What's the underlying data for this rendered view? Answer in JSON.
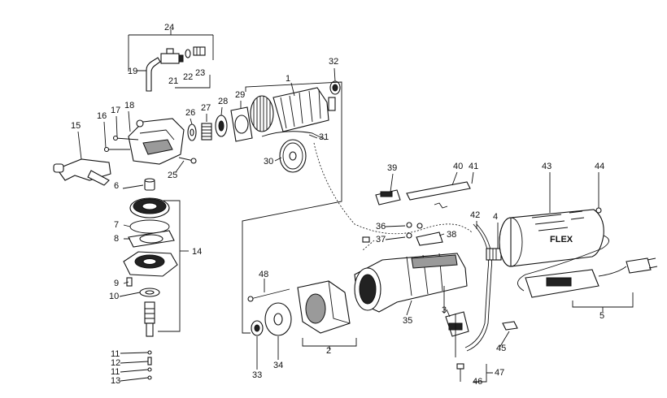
{
  "brand_logo": "FLEX",
  "callouts": [
    "1",
    "2",
    "3",
    "4",
    "5",
    "6",
    "7",
    "8",
    "9",
    "10",
    "11",
    "12",
    "11",
    "13",
    "14",
    "15",
    "16",
    "17",
    "18",
    "19",
    "21",
    "22",
    "23",
    "24",
    "25",
    "26",
    "27",
    "28",
    "29",
    "30",
    "31",
    "32",
    "33",
    "34",
    "35",
    "36",
    "37",
    "38",
    "39",
    "40",
    "41",
    "42",
    "43",
    "44",
    "45",
    "46",
    "47",
    "48"
  ]
}
